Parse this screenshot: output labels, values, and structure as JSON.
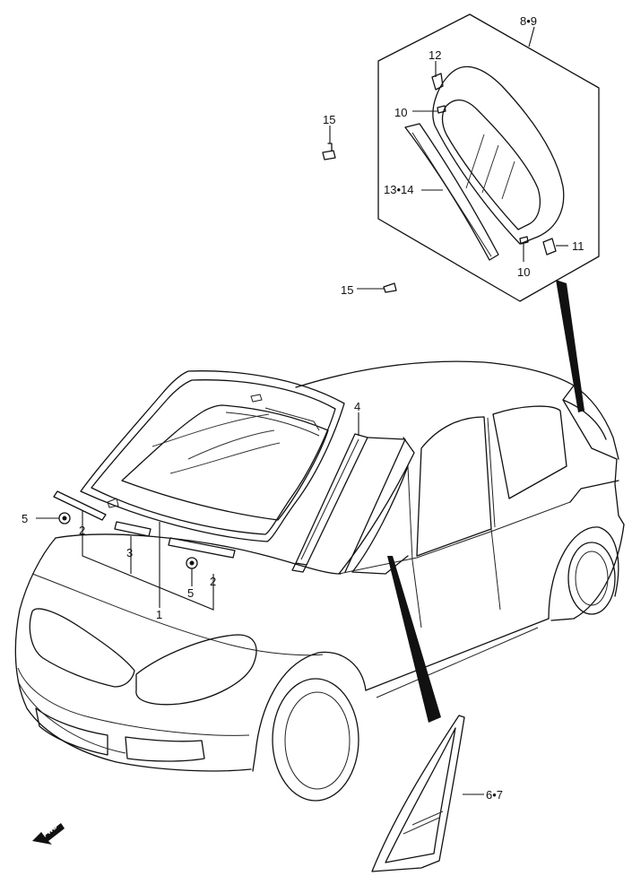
{
  "labels": {
    "l89": "8•9",
    "l12": "12",
    "l10a": "10",
    "l10b": "10",
    "l15a": "15",
    "l15b": "15",
    "l1314": "13•14",
    "l11": "11",
    "l4": "4",
    "l5a": "5",
    "l5b": "5",
    "l2a": "2",
    "l2b": "2",
    "l3": "3",
    "l1": "1",
    "l67": "6•7",
    "fwd": "FWD"
  },
  "colors": {
    "line": "#111111",
    "background": "#ffffff"
  }
}
